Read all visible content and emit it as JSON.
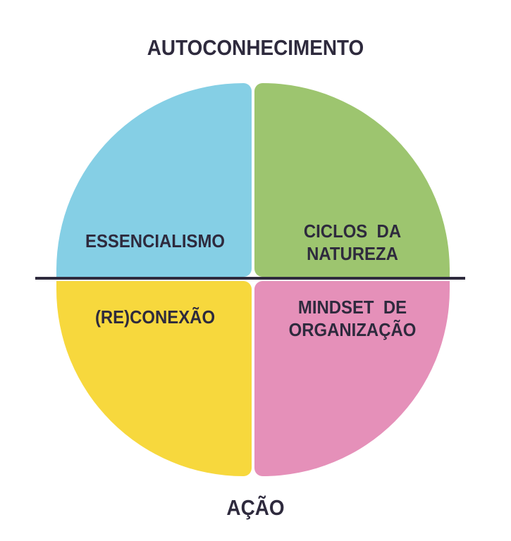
{
  "top_label": "AUTOCONHECIMENTO",
  "bottom_label": "AÇÃO",
  "quadrants": [
    {
      "label": "ESSENCIALISMO",
      "color": "#85cfe5"
    },
    {
      "label": "CICLOS  DA\nNATUREZA",
      "color": "#9dc56f"
    },
    {
      "label": "(RE)CONEXÃO",
      "color": "#f7d83d"
    },
    {
      "label": "MINDSET  DE\nORGANIZAÇÃO",
      "color": "#e590b9"
    }
  ]
}
